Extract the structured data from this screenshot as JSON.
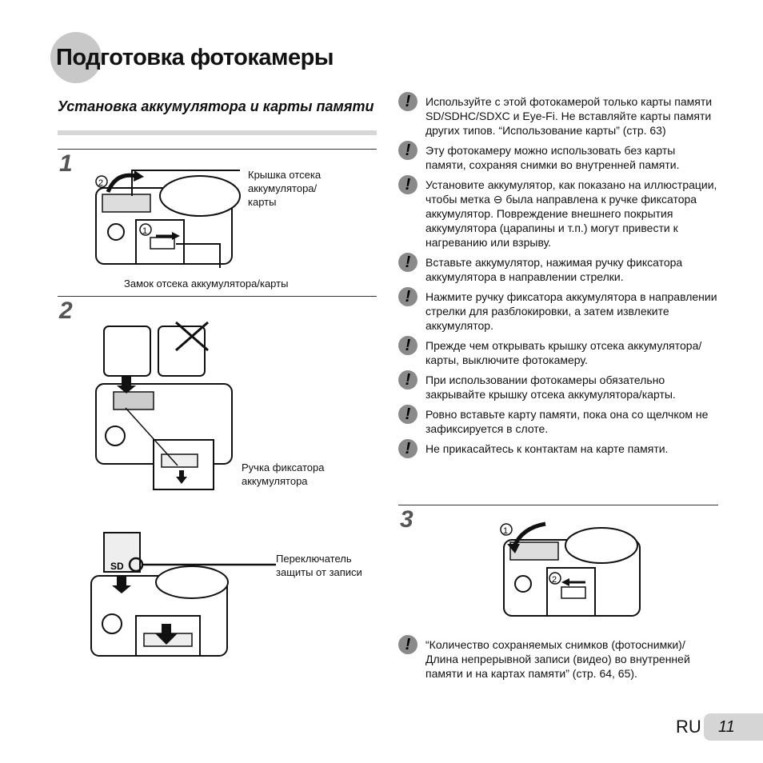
{
  "page_title": "Подготовка фотокамеры",
  "section_title": "Установка аккумулятора и карты памяти",
  "steps": [
    {
      "num": "1"
    },
    {
      "num": "2"
    },
    {
      "num": "3"
    }
  ],
  "callouts": {
    "cover": "Крышка отсека аккумулятора/ карты",
    "lock": "Замок отсека аккумулятора/карты",
    "knob": "Ручка фиксатора аккумулятора",
    "switch": "Переключатель защиты от записи"
  },
  "notes": [
    "Используйте с этой фотокамерой только карты памяти SD/SDHC/SDXC и Eye-Fi. Не вставляйте карты памяти других типов. “Использование карты” (стр. 63)",
    "Эту фотокамеру можно использовать без карты памяти, сохраняя снимки во внутренней памяти.",
    "Установите аккумулятор, как показано на иллюстрации, чтобы метка ⊖ была направлена к ручке фиксатора аккумулятор. Повреждение внешнего покрытия аккумулятора (царапины и т.п.) могут привести к нагреванию или взрыву.",
    "Вставьте аккумулятор, нажимая ручку фиксатора аккумулятора в направлении стрелки.",
    "Нажмите ручку фиксатора аккумулятора в направлении стрелки для разблокировки, а затем извлеките аккумулятор.",
    "Прежде чем открывать крышку отсека аккумулятора/карты, выключите фотокамеру.",
    "При использовании фотокамеры обязательно закрывайте крышку отсека аккумулятора/карты.",
    "Ровно вставьте карту памяти, пока она со щелчком не зафиксируется в слоте.",
    "Не прикасайтесь к контактам на карте памяти."
  ],
  "note_final": "“Количество сохраняемых снимков (фотоснимки)/ Длина непрерывной записи (видео) во внутренней памяти и на картах памяти” (стр. 64, 65).",
  "figure_marks": {
    "one": "1",
    "two": "2"
  },
  "footer": {
    "lang": "RU",
    "page": "11"
  }
}
